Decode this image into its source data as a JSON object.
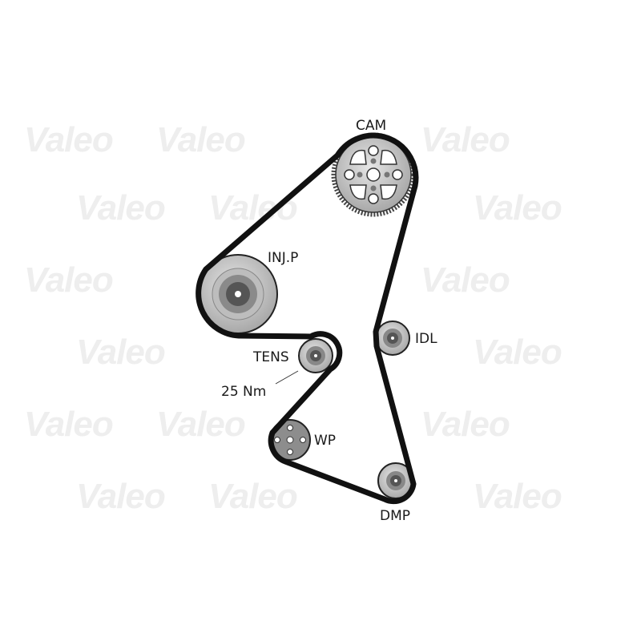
{
  "watermark": "Valeo",
  "labels": {
    "cam": "CAM",
    "injp": "INJ.P",
    "idl": "IDL",
    "tens": "TENS",
    "torque": "25 Nm",
    "wp": "WP",
    "dmp": "DMP"
  },
  "colors": {
    "belt": "#111111",
    "pulley_light": "#cfcfcf",
    "pulley_mid": "#9a9a9a",
    "pulley_dark": "#5a5a5a",
    "watermark": "#eeeeee"
  }
}
